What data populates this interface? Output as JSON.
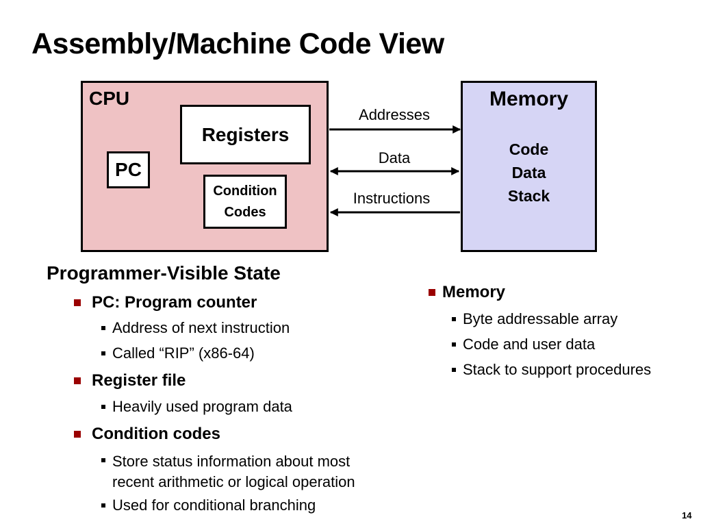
{
  "title": "Assembly/Machine Code View",
  "diagram": {
    "cpu_label": "CPU",
    "registers_label": "Registers",
    "pc_label": "PC",
    "condition_codes_label_line1": "Condition",
    "condition_codes_label_line2": "Codes",
    "memory_label": "Memory",
    "memory_items": [
      "Code",
      "Data",
      "Stack"
    ],
    "arrows": {
      "addresses": "Addresses",
      "data": "Data",
      "instructions": "Instructions"
    },
    "colors": {
      "cpu_fill": "#efc2c4",
      "memory_fill": "#d6d5f5"
    }
  },
  "left_section": {
    "heading": "Programmer-Visible State",
    "items": [
      {
        "label": "PC: Program counter",
        "subitems": [
          "Address of next instruction",
          "Called “RIP” (x86-64)"
        ]
      },
      {
        "label": "Register file",
        "subitems": [
          "Heavily used program data"
        ]
      },
      {
        "label": "Condition codes",
        "subitems": [
          "Store status information about most recent arithmetic or logical operation",
          "Used for conditional branching"
        ]
      }
    ]
  },
  "right_section": {
    "items": [
      {
        "label": "Memory",
        "subitems": [
          "Byte addressable array",
          "Code and user data",
          "Stack to support procedures"
        ]
      }
    ]
  },
  "page_number": "14",
  "bullet_color": "#9a0000"
}
